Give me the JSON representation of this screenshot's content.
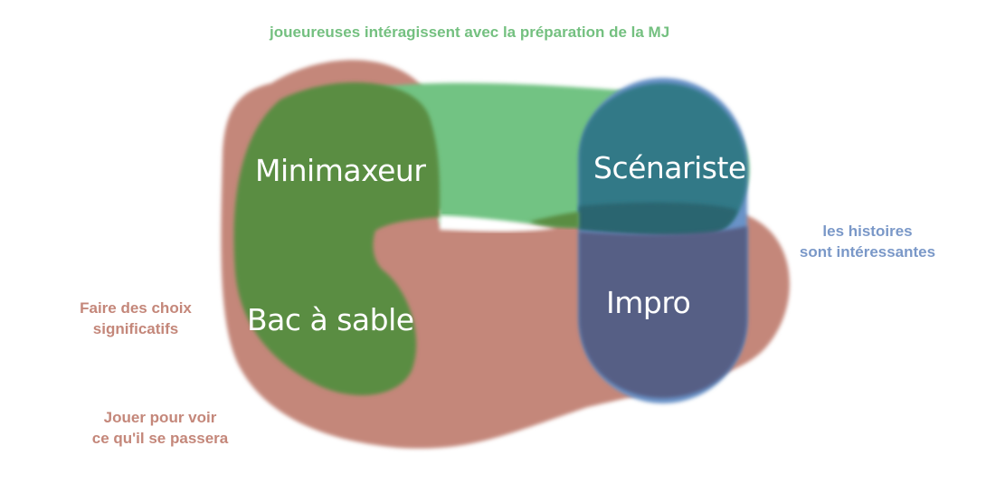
{
  "colors": {
    "brown": "#c4877a",
    "green": "#72c383",
    "blue": "#6b93c8",
    "dark_green": "#5a8d43",
    "teal": "#317987",
    "navy": "#575e85",
    "background": "#ffffff"
  },
  "outer_labels": {
    "green_set": "joueureuses intéragissent avec la préparation de la MJ",
    "blue_set_line1": "les histoires",
    "blue_set_line2": "sont intéressantes",
    "brown_set_a_line1": "Faire des choix",
    "brown_set_a_line2": "significatifs",
    "brown_set_b_line1": "Jouer pour voir",
    "brown_set_b_line2": "ce qu'il se passera"
  },
  "regions": {
    "minimaxeur": "Minimaxeur",
    "bac_a_sable": "Bac à sable",
    "scenariste": "Scénariste",
    "impro": "Impro"
  }
}
